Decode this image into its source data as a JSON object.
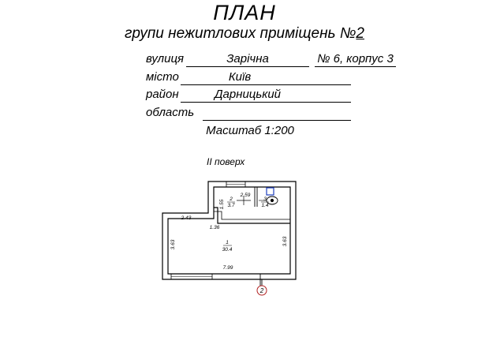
{
  "header": {
    "title": "ПЛАН",
    "subtitle_prefix": "групи нежитлових приміщень №",
    "subtitle_number": "2"
  },
  "address": {
    "street_label": "вулиця",
    "street_value": "Зарічна",
    "house_value": "№ 6, корпус 3",
    "city_label": "місто",
    "city_value": "Київ",
    "district_label": "район",
    "district_value": "Дарницький",
    "region_label": "область",
    "region_value": ""
  },
  "scale_text": "Масштаб 1:200",
  "floor_label": "ІІ поверх",
  "plan": {
    "room1_number": "1",
    "room1_area": "30.4",
    "room2_number": "2",
    "room2_area": "3.7",
    "room3_number": "3",
    "room3_area": "1.4",
    "dim_2_59": "2.59",
    "dim_1_55": "1.55",
    "dim_2_43": "2.43",
    "dim_1_36": "1.36",
    "dim_3_63_left": "3.63",
    "dim_3_63_right": "3.63",
    "dim_7_99": "7.99",
    "marker_label": "2"
  }
}
